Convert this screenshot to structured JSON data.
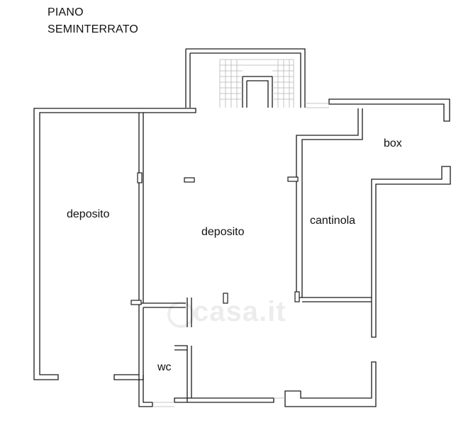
{
  "title": {
    "line1": "PIANO",
    "line2": "SEMINTERRATO"
  },
  "rooms": {
    "deposito_left": "deposito",
    "deposito_center": "deposito",
    "cantinola": "cantinola",
    "box": "box",
    "wc": "wc"
  },
  "watermark": "casa.it",
  "colors": {
    "wall": "#1a1a1a",
    "stair": "#b5b5b5",
    "background": "#ffffff"
  }
}
